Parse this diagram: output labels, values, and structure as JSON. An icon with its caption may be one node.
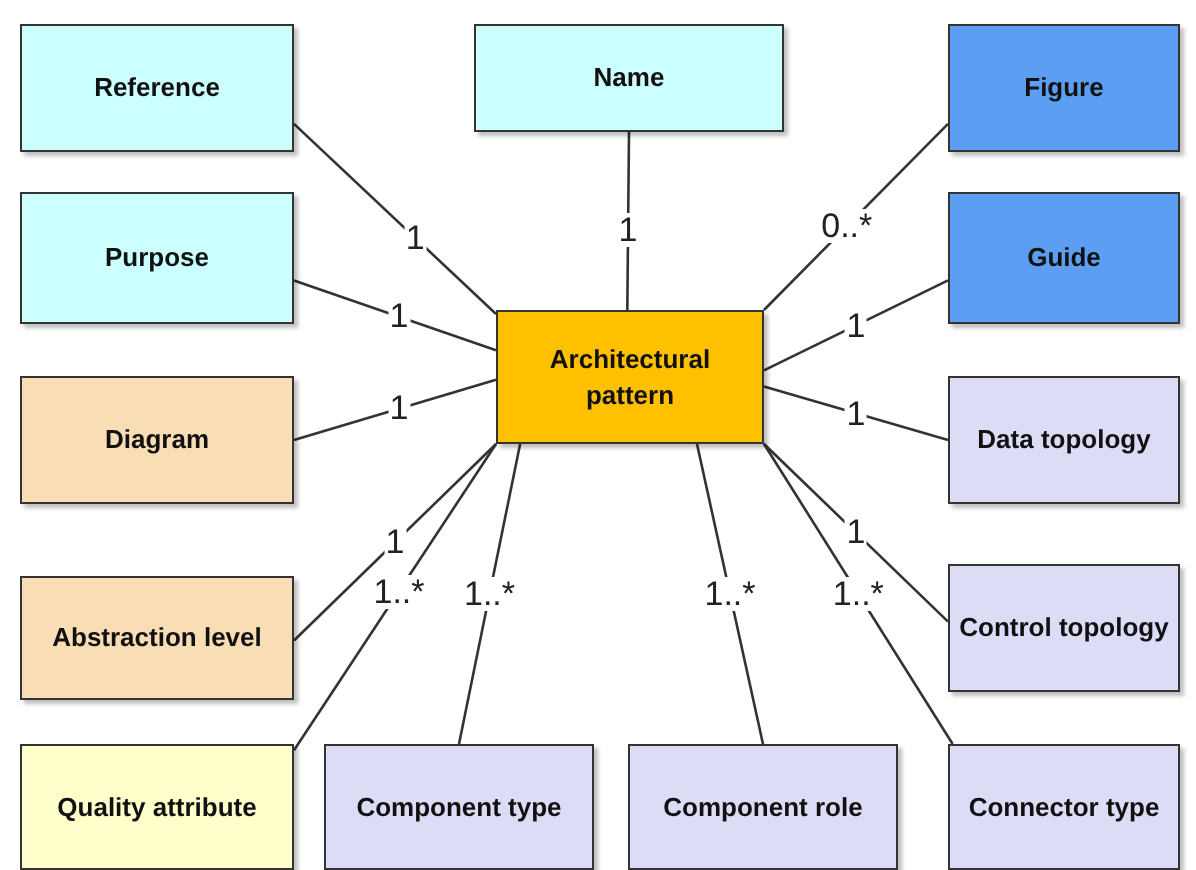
{
  "diagram": {
    "nodes": [
      {
        "text": [
          "Reference"
        ]
      },
      {
        "text": [
          "Name"
        ]
      },
      {
        "text": [
          "Figure"
        ]
      },
      {
        "text": [
          "Purpose"
        ]
      },
      {
        "text": [
          "Architectural pattern"
        ]
      },
      {
        "text": [
          "Guide"
        ]
      },
      {
        "text": [
          "Diagram"
        ]
      },
      {
        "text": [
          "Data topology"
        ]
      },
      {
        "text": [
          "Abstraction level"
        ]
      },
      {
        "text": [
          "Control topology"
        ]
      },
      {
        "text": [
          "Quality attribute"
        ]
      },
      {
        "text": [
          "Component type"
        ]
      },
      {
        "text": [
          "Component role"
        ]
      },
      {
        "text": [
          "Connector type"
        ]
      }
    ],
    "edges": [
      {
        "from": 4,
        "to": 0,
        "arrow": "none",
        "label": "1"
      },
      {
        "from": 4,
        "to": 1,
        "arrow": "none",
        "label": "1"
      },
      {
        "from": 4,
        "to": 2,
        "arrow": "none",
        "label": "0..*"
      },
      {
        "from": 4,
        "to": 3,
        "arrow": "none",
        "label": "1"
      },
      {
        "from": 4,
        "to": 5,
        "arrow": "none",
        "label": "1"
      },
      {
        "from": 4,
        "to": 6,
        "arrow": "none",
        "label": "1"
      },
      {
        "from": 4,
        "to": 7,
        "arrow": "none",
        "label": "1"
      },
      {
        "from": 4,
        "to": 8,
        "arrow": "none",
        "label": "1"
      },
      {
        "from": 4,
        "to": 10,
        "arrow": "none",
        "label": "1..*"
      },
      {
        "from": 4,
        "to": 11,
        "arrow": "none",
        "label": "1..*"
      },
      {
        "from": 4,
        "to": 12,
        "arrow": "none",
        "label": "1..*"
      },
      {
        "from": 4,
        "to": 9,
        "arrow": "none",
        "label": "1"
      },
      {
        "from": 4,
        "to": 13,
        "arrow": "none",
        "label": "1..*"
      }
    ]
  }
}
